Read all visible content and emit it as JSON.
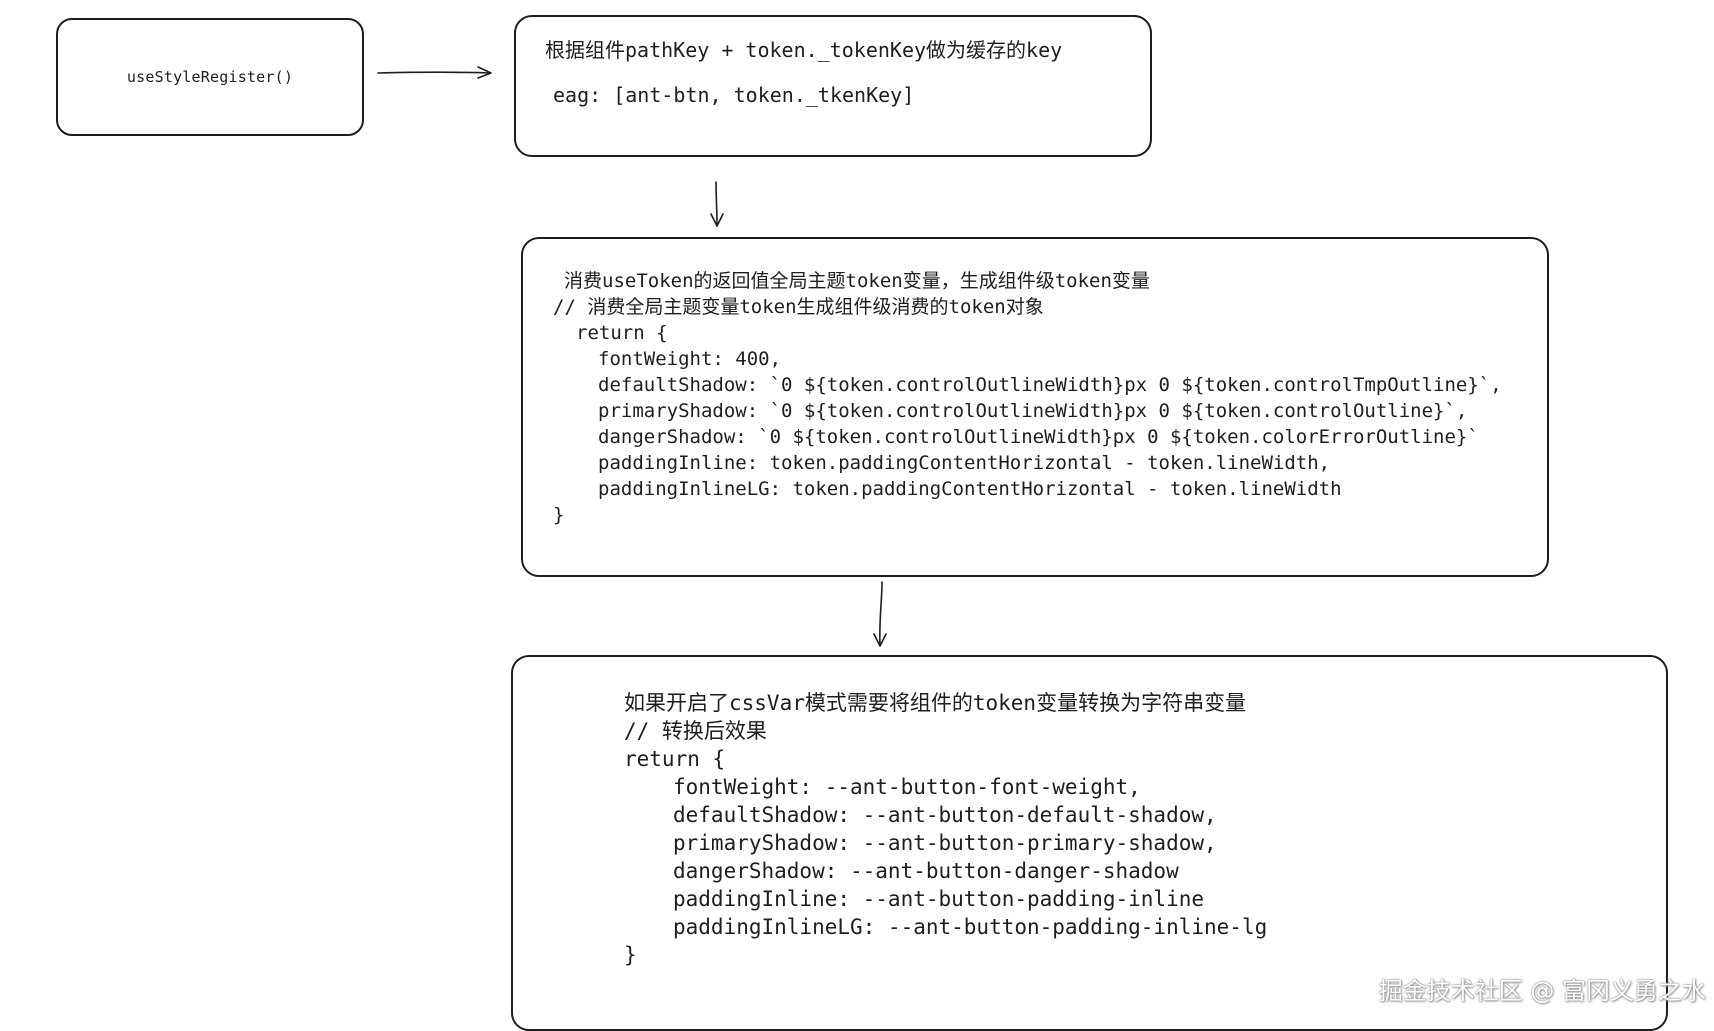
{
  "register_box": {
    "label": "useStyleRegister()"
  },
  "cache_box": {
    "lines": [
      "根据组件pathKey + token._tokenKey做为缓存的key",
      "eag: [ant-btn, token._tkenKey]"
    ]
  },
  "token_box": {
    "lines": [
      "消费useToken的返回值全局主题token变量，生成组件级token变量",
      "// 消费全局主题变量token生成组件级消费的token对象",
      "return {",
      "fontWeight: 400,",
      "defaultShadow: `0 ${token.controlOutlineWidth}px 0 ${token.controlTmpOutline}`,",
      "primaryShadow: `0 ${token.controlOutlineWidth}px 0 ${token.controlOutline}`,",
      "dangerShadow: `0 ${token.controlOutlineWidth}px 0 ${token.colorErrorOutline}`",
      "paddingInline: token.paddingContentHorizontal - token.lineWidth,",
      "paddingInlineLG: token.paddingContentHorizontal - token.lineWidth",
      "}"
    ]
  },
  "cssvar_box": {
    "lines": [
      "如果开启了cssVar模式需要将组件的token变量转换为字符串变量",
      "// 转换后效果",
      "return {",
      "fontWeight: --ant-button-font-weight,",
      "defaultShadow: --ant-button-default-shadow,",
      "primaryShadow: --ant-button-primary-shadow,",
      "dangerShadow: --ant-button-danger-shadow",
      "paddingInline: --ant-button-padding-inline",
      "paddingInlineLG: --ant-button-padding-inline-lg",
      "}"
    ]
  },
  "watermark": {
    "text": "掘金技术社区 @ 富冈义勇之水"
  },
  "colors": {
    "stroke": "#1e1e1e",
    "background": "#ffffff"
  }
}
